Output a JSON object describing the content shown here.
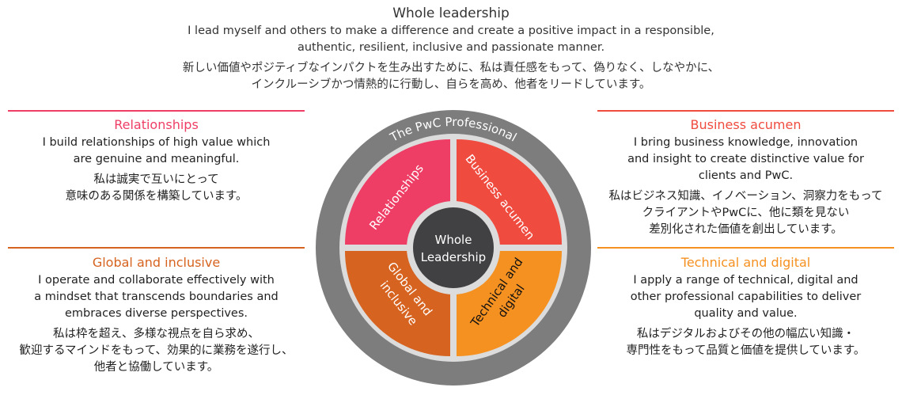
{
  "header": {
    "title": "Whole leadership",
    "en": [
      "I lead myself and others to make a difference and create a positive impact in a responsible,",
      "authentic, resilient, inclusive and passionate manner."
    ],
    "jp": [
      "新しい価値やポジティブなインパクトを生み出すために、私は責任感をもって、偽りなく、しなやかに、",
      "インクルーシブかつ情熱的に行動し、自らを高め、他者をリードしています。"
    ]
  },
  "panels": {
    "relationships": {
      "title": "Relationships",
      "color": "#ef3e65",
      "en": [
        "I build relationships of high value which",
        "are genuine and meaningful."
      ],
      "jp": [
        "私は誠実で互いにとって",
        "意味のある関係を構築しています。"
      ]
    },
    "global": {
      "title": "Global and inclusive",
      "color": "#d6631f",
      "en": [
        "I operate and collaborate effectively with",
        "a mindset that transcends boundaries and",
        "embraces diverse perspectives."
      ],
      "jp": [
        "私は枠を超え、多様な視点を自ら求め、",
        "歓迎するマインドをもって、効果的に業務を遂行し、",
        "他者と協働しています。"
      ]
    },
    "business": {
      "title": "Business acumen",
      "color": "#ef4b3f",
      "en": [
        "I bring business knowledge, innovation",
        "and insight to create distinctive value for",
        "clients and PwC."
      ],
      "jp": [
        "私はビジネス知識、イノベーション、洞察力をもって",
        "クライアントやPwCに、他に類を見ない",
        "差別化された価値を創出しています。"
      ]
    },
    "technical": {
      "title": "Technical and digital",
      "color": "#f59121",
      "en": [
        "I apply a range of technical, digital and",
        "other professional capabilities to deliver",
        "quality and value."
      ],
      "jp": [
        "私はデジタルおよびその他の幅広い知識・",
        "専門性をもって品質と価値を提供しています。"
      ]
    }
  },
  "wheel": {
    "ring_label": "The PwC Professional",
    "center": [
      "Whole",
      "Leadership"
    ],
    "relationships": "Relationships",
    "business": "Business acumen",
    "global": [
      "Global and",
      "inclusive"
    ],
    "technical": [
      "Technical and",
      "digital"
    ],
    "colors": {
      "ring": "#7d7d7d",
      "gap": "#dcdcdc",
      "center": "#414143"
    }
  }
}
